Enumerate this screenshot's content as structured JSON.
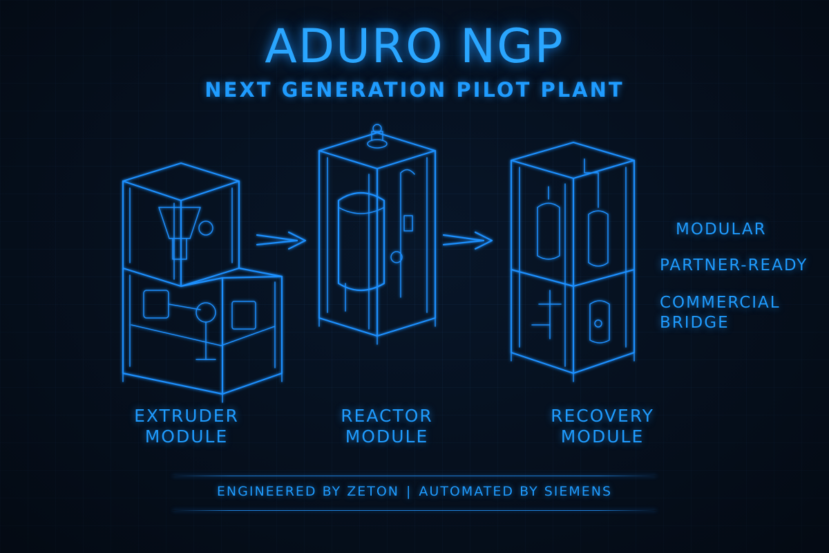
{
  "header": {
    "title": "ADURO NGP",
    "subtitle": "NEXT GENERATION PILOT PLANT"
  },
  "modules": [
    {
      "line1": "EXTRUDER",
      "line2": "MODULE"
    },
    {
      "line1": "REACTOR",
      "line2": "MODULE"
    },
    {
      "line1": "RECOVERY",
      "line2": "MODULE"
    }
  ],
  "features": [
    {
      "line1": "MODULAR"
    },
    {
      "line1": "PARTNER-READY"
    },
    {
      "line1": "COMMERCIAL",
      "line2": "BRIDGE"
    }
  ],
  "footer": {
    "left": "ENGINEERED BY ZETON",
    "separator": "|",
    "right": "AUTOMATED BY SIEMENS"
  },
  "colors": {
    "background": "#07101c",
    "line": "#1e90ff",
    "text": "#1f9cff"
  },
  "icons": [
    "flow-arrow-icon",
    "flow-arrow-icon"
  ]
}
